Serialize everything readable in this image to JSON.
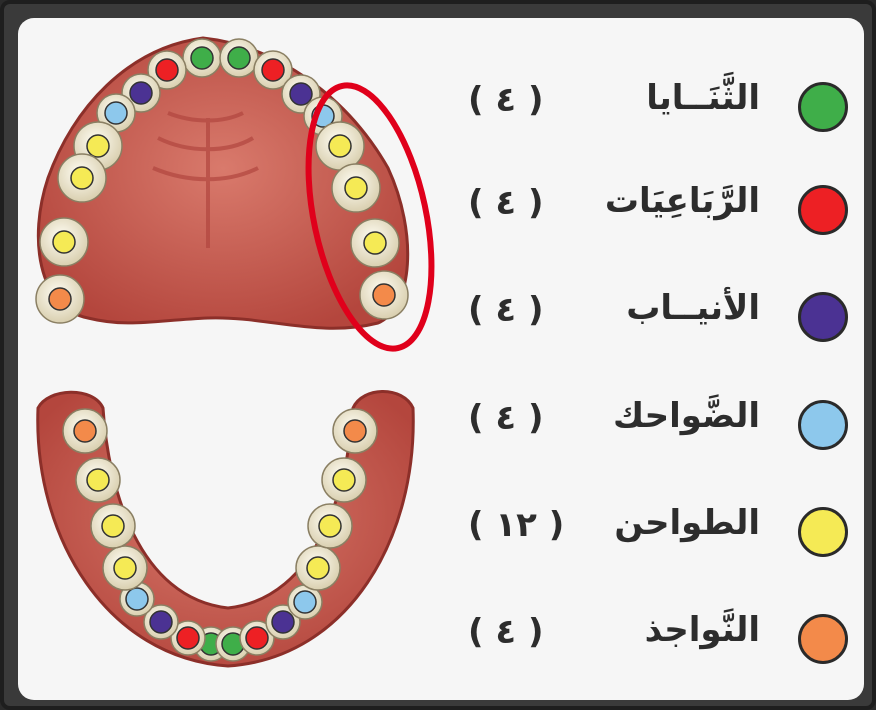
{
  "legend": [
    {
      "name": "الثَّنَــايا",
      "count": "( ٤ )",
      "color": "#3fae49"
    },
    {
      "name": "الرَّبَاعِيَات",
      "count": "( ٤ )",
      "color": "#ed2024"
    },
    {
      "name": "الأنيــاب",
      "count": "( ٤ )",
      "color": "#4b3293"
    },
    {
      "name": "الضَّواحك",
      "count": "( ٤ )",
      "color": "#8dc8ec"
    },
    {
      "name": "الطواحن",
      "count": "( ١٢ )",
      "color": "#f5ea55"
    },
    {
      "name": "النَّواجذ",
      "count": "( ٤ )",
      "color": "#f38a4a"
    }
  ],
  "highlight_color": "#e0001b"
}
